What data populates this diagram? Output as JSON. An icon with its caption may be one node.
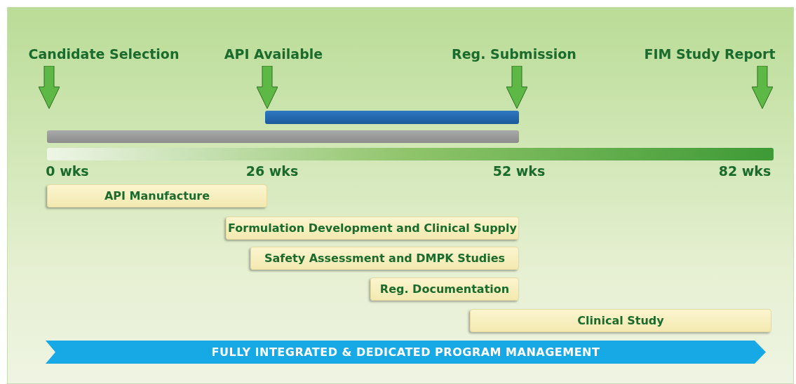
{
  "diagram": {
    "nodes": [
      {
        "text": [],
        "shape": "bar"
      },
      {
        "text": [],
        "shape": "bar"
      },
      {
        "text": [],
        "shape": "bar"
      },
      {
        "text": [
          "API Manufacture"
        ]
      },
      {
        "text": [
          "Formulation Development and Clinical Supply"
        ]
      },
      {
        "text": [
          "Safety Assessment and DMPK Studies"
        ]
      },
      {
        "text": [
          "Reg. Documentation"
        ]
      },
      {
        "text": [
          "Clinical Study"
        ]
      },
      {
        "text": [
          "FULLY INTEGRATED & DEDICATED PROGRAM MANAGEMENT"
        ]
      }
    ],
    "edges": [],
    "labels": [
      "Candidate Selection",
      "API Available",
      "Reg. Submission",
      "FIM Study Report",
      "0 wks",
      "26 wks",
      "52 wks",
      "82 wks"
    ]
  }
}
